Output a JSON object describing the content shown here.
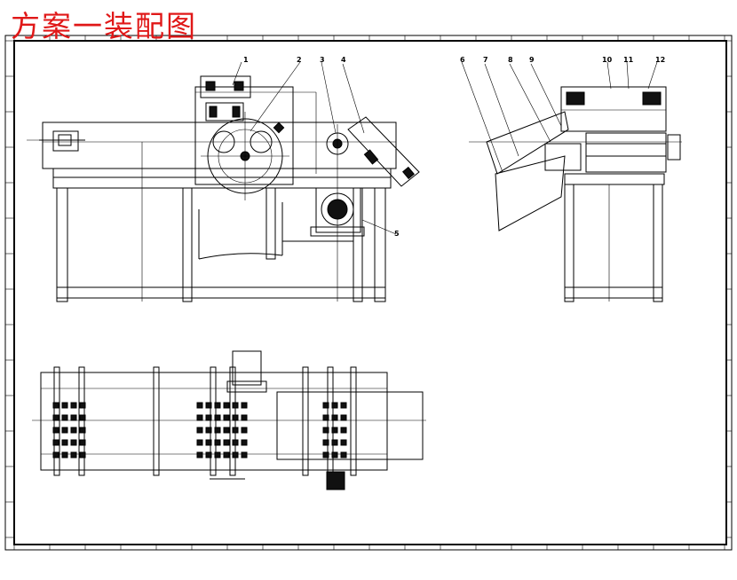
{
  "title": "方案一装配图",
  "callouts": [
    "1",
    "2",
    "3",
    "4",
    "5",
    "6",
    "7",
    "8",
    "9",
    "10",
    "11",
    "12"
  ],
  "colors": {
    "title": "#e01818",
    "lines": "#000000",
    "background": "#ffffff"
  }
}
